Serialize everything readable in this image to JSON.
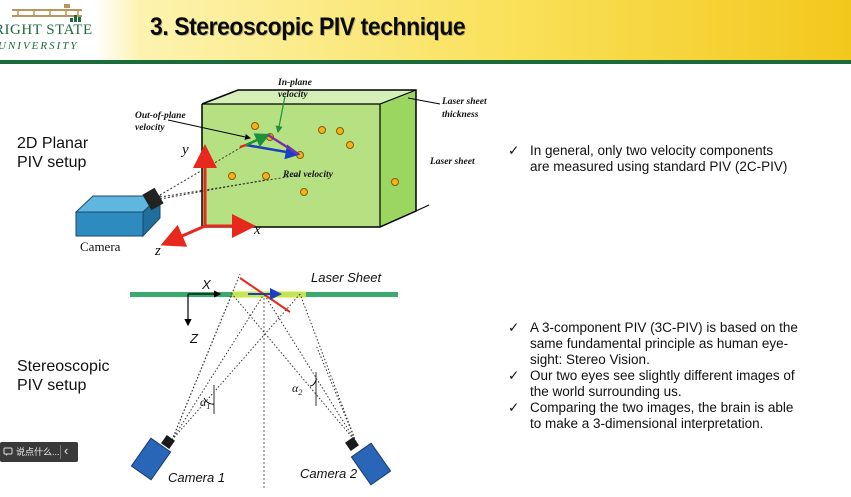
{
  "header": {
    "logo_line1": "RIGHT STATE",
    "logo_line2": "UNIVERSITY",
    "title": "3. Stereoscopic PIV technique"
  },
  "sections": {
    "planar_label": [
      "2D Planar",
      "PIV setup"
    ],
    "stereo_label": [
      "Stereoscopic",
      "PIV setup"
    ]
  },
  "diagram_top": {
    "in_plane_velocity": [
      "In-plane",
      "velocity"
    ],
    "out_of_plane_velocity": [
      "Out-of-plane",
      "velocity"
    ],
    "laser_sheet_thickness": [
      "Laser sheet",
      "thickness"
    ],
    "laser_sheet": "Laser sheet",
    "real_velocity": "Real velocity",
    "camera": "Camera",
    "axis_x": "x",
    "axis_y": "y",
    "axis_z": "z"
  },
  "diagram_bottom": {
    "laser_sheet": "Laser Sheet",
    "axis_x": "X",
    "axis_z": "Z",
    "camera1": "Camera 1",
    "camera2": "Camera 2",
    "alpha1": "α",
    "alpha1_sub": "1",
    "alpha2": "α",
    "alpha2_sub": "2"
  },
  "bullets_top": [
    {
      "lines": [
        "In general, only two velocity components",
        "are measured using standard PIV (2C-PIV)"
      ]
    }
  ],
  "bullets_bottom": [
    {
      "lines": [
        "A 3-component PIV (3C-PIV) is based on the",
        "same fundamental principle as human eye-",
        "sight: Stereo Vision."
      ]
    },
    {
      "lines": [
        "Our two eyes see slightly different images of",
        "the world surrounding us."
      ]
    },
    {
      "lines": [
        "Comparing the two images, the brain is able",
        "to make a 3-dimensional interpretation."
      ]
    }
  ],
  "widget": {
    "text": "说点什么...",
    "chevron": "‹"
  },
  "colors": {
    "header_green": "#1a6a3a",
    "header_yellow": "#f9e15a",
    "laser_volume": "#8fd14f",
    "axis_red": "#e8281c",
    "camera_blue": "#2e8bc0",
    "camera2_blue": "#2a66b8",
    "particle": "#f5b21a",
    "laser_line": "#3aaa6e"
  },
  "icons": {
    "check": "check-icon",
    "widget": "comment-icon"
  }
}
